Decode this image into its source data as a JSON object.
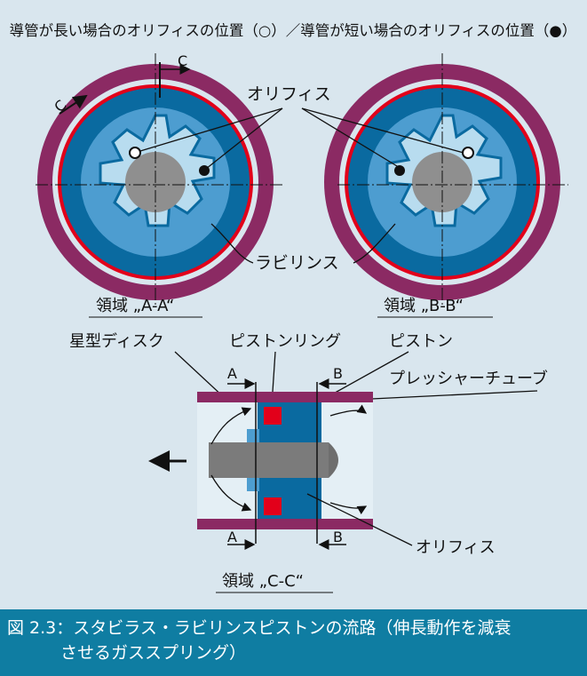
{
  "title": "導管が長い場合のオリフィスの位置（○）／導管が短い場合のオリフィスの位置（●）",
  "labels": {
    "orifice_top": "オリフィス",
    "labyrinth": "ラビリンス",
    "region_a": "領域 „A-A“",
    "region_b": "領域 „B-B“",
    "star_disc": "星型ディスク",
    "piston_ring": "ピストンリング",
    "piston": "ピストン",
    "pressure_tube": "プレッシャーチューブ",
    "orifice_bottom": "オリフィス",
    "region_c": "領域 „C-C“",
    "sec_c_top": "C",
    "sec_c_left": "C",
    "sec_a_top": "A",
    "sec_b_top": "B",
    "sec_a_bottom": "A",
    "sec_b_bottom": "B"
  },
  "caption": {
    "line1": "図 2.3：スタビラス・ラビリンスピストンの流路（伸長動作を減衰",
    "line2": "させるガススプリング）"
  },
  "colors": {
    "tube": "#8b2a63",
    "red_ring": "#e2001a",
    "dark_blue": "#0a6aa0",
    "mid_blue": "#4d9dd0",
    "light_blue": "#b8dcef",
    "hub": "#8f8f8f",
    "caption_bg": "#0f7da2"
  }
}
